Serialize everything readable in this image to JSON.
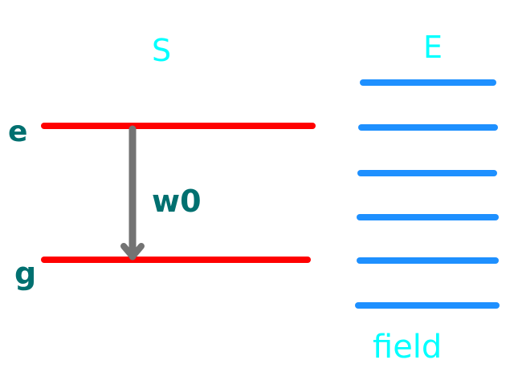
{
  "colors": {
    "level": "#ff0000",
    "mode": "#1e90ff",
    "arrow": "#737373",
    "title_text": "#00ffff",
    "label_text": "#007070"
  },
  "system": {
    "title": "S",
    "excited_label": "e",
    "ground_label": "g",
    "transition_label": "w0"
  },
  "environment": {
    "title": "E",
    "caption": "field",
    "mode_count": 6
  }
}
